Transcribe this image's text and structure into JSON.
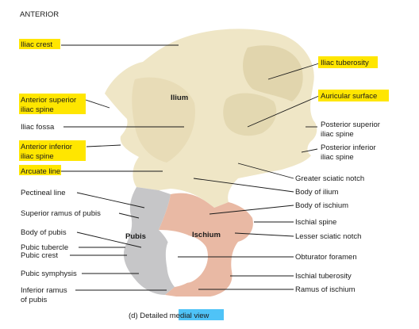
{
  "view_label": "ANTERIOR",
  "caption": {
    "prefix": "(d) Detailed ",
    "highlighted": "medial view"
  },
  "region_labels": {
    "ilium": "Ilium",
    "pubis": "Pubis",
    "ischium": "Ischium"
  },
  "left_labels": [
    {
      "key": "iliac_crest",
      "lines": [
        "Iliac crest"
      ],
      "highlighted": true
    },
    {
      "key": "asis",
      "lines": [
        "Anterior superior",
        "iliac spine"
      ],
      "highlighted": true
    },
    {
      "key": "iliac_fossa",
      "lines": [
        "Iliac fossa"
      ],
      "highlighted": false
    },
    {
      "key": "aiis",
      "lines": [
        "Anterior inferior",
        "iliac spine"
      ],
      "highlighted": true
    },
    {
      "key": "arcuate_line",
      "lines": [
        "Arcuate line"
      ],
      "highlighted": true
    },
    {
      "key": "pectineal_line",
      "lines": [
        "Pectineal line"
      ],
      "highlighted": false
    },
    {
      "key": "superior_ramus",
      "lines": [
        "Superior ramus of pubis"
      ],
      "highlighted": false
    },
    {
      "key": "body_pubis",
      "lines": [
        "Body of pubis"
      ],
      "highlighted": false
    },
    {
      "key": "pubic_tubercle",
      "lines": [
        "Pubic tubercle"
      ],
      "highlighted": false
    },
    {
      "key": "pubic_crest",
      "lines": [
        "Pubic crest"
      ],
      "highlighted": false
    },
    {
      "key": "pubic_symphysis",
      "lines": [
        "Pubic symphysis"
      ],
      "highlighted": false
    },
    {
      "key": "inferior_ramus",
      "lines": [
        "Inferior ramus",
        "of pubis"
      ],
      "highlighted": false
    }
  ],
  "right_labels": [
    {
      "key": "iliac_tuberosity",
      "lines": [
        "Iliac tuberosity"
      ],
      "highlighted": true
    },
    {
      "key": "auricular_surface",
      "lines": [
        "Auricular surface"
      ],
      "highlighted": true
    },
    {
      "key": "psis",
      "lines": [
        "Posterior superior",
        "iliac spine"
      ],
      "highlighted": false
    },
    {
      "key": "piis",
      "lines": [
        "Posterior inferior",
        "iliac spine"
      ],
      "highlighted": false
    },
    {
      "key": "greater_sciatic_notch",
      "lines": [
        "Greater sciatic notch"
      ],
      "highlighted": false
    },
    {
      "key": "body_ilium",
      "lines": [
        "Body of ilium"
      ],
      "highlighted": false
    },
    {
      "key": "body_ischium",
      "lines": [
        "Body of ischium"
      ],
      "highlighted": false
    },
    {
      "key": "ischial_spine",
      "lines": [
        "Ischial spine"
      ],
      "highlighted": false
    },
    {
      "key": "lesser_sciatic_notch",
      "lines": [
        "Lesser sciatic notch"
      ],
      "highlighted": false
    },
    {
      "key": "obturator_foramen",
      "lines": [
        "Obturator foramen"
      ],
      "highlighted": false
    },
    {
      "key": "ischial_tuberosity",
      "lines": [
        "Ischial tuberosity"
      ],
      "highlighted": false
    },
    {
      "key": "ramus_ischium",
      "lines": [
        "Ramus of ischium"
      ],
      "highlighted": false
    }
  ],
  "colors": {
    "ilium": "#efe6c6",
    "ilium_shade": "#d9cca0",
    "pubis": "#c6c6c8",
    "ischium": "#e9b9a4",
    "highlight_yellow": "#ffe600",
    "highlight_blue": "#4fc3f7"
  }
}
